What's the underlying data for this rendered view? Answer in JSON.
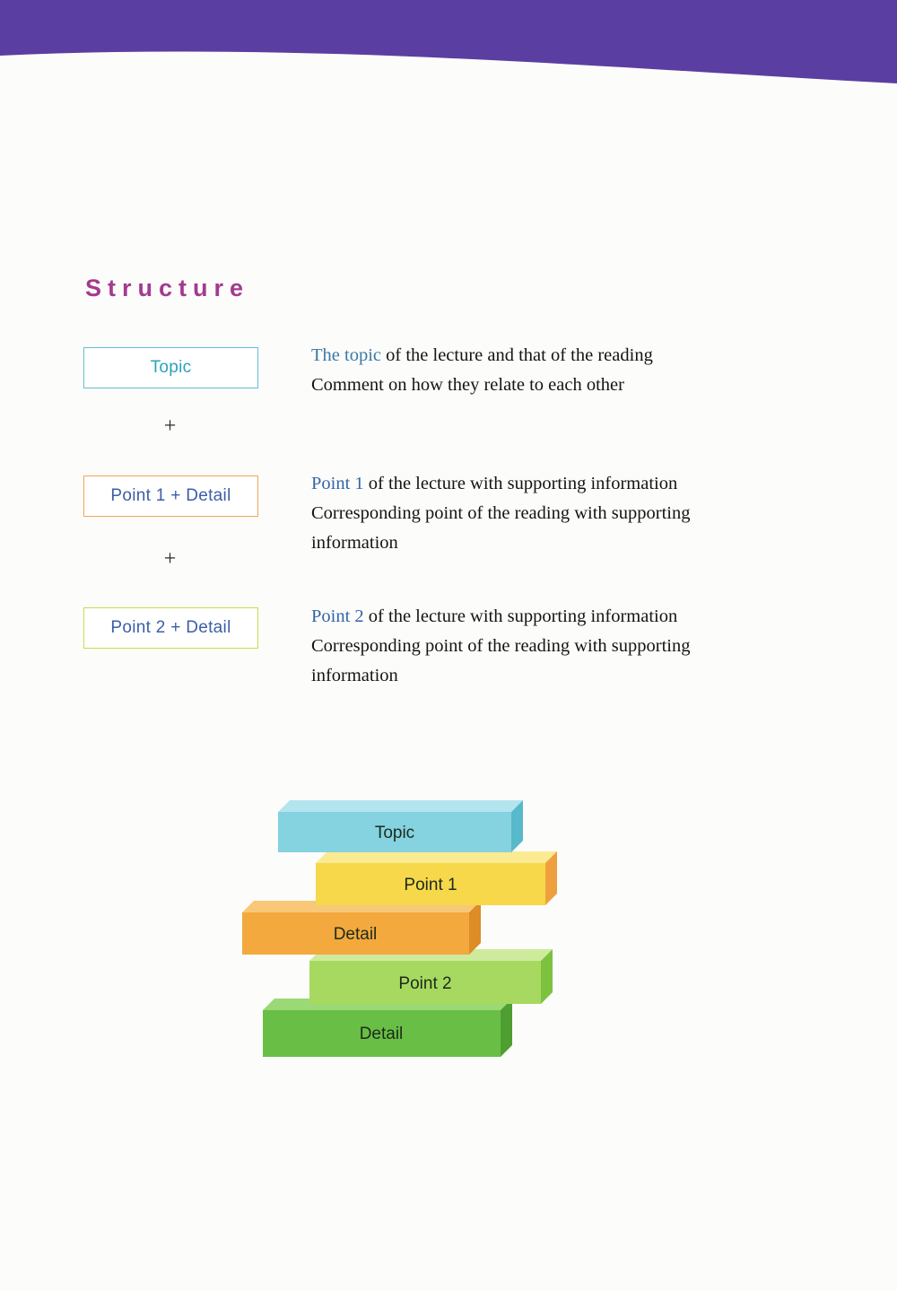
{
  "page": {
    "heading": "Structure"
  },
  "colors": {
    "banner": "#5b3ea1",
    "heading": "#a43a90",
    "topic_box_border": "#5fc1d2",
    "topic_box_text": "#2aa3bb",
    "point1_box_border": "#f2a654",
    "point2_box_border": "#ccd94e",
    "point_box_text": "#3c5ea6",
    "highlight_teal_blue": "#3b79a6",
    "highlight_blue": "#3465a8"
  },
  "structure": {
    "plus": "+",
    "boxes": [
      {
        "label": "Topic"
      },
      {
        "label": "Point 1 + Detail"
      },
      {
        "label": "Point 2 + Detail"
      }
    ],
    "descriptions": [
      {
        "highlight": "The topic",
        "sentence1_rest": " of the lecture and that of the reading",
        "sentence2": "Comment on how they relate to each other"
      },
      {
        "highlight": "Point 1",
        "sentence1_rest": " of the lecture with supporting information",
        "sentence2": "Corresponding point of the reading with supporting information"
      },
      {
        "highlight": "Point 2",
        "sentence1_rest": " of the lecture with supporting information",
        "sentence2": "Corresponding point of the reading with supporting information"
      }
    ]
  },
  "diagram": {
    "bars": [
      {
        "label": "Topic",
        "front": "#85d2e0",
        "top": "#b3e5ee",
        "side": "#57b9c9"
      },
      {
        "label": "Point 1",
        "front": "#f6d84a",
        "top": "#faea92",
        "side": "#efa03e"
      },
      {
        "label": "Detail",
        "front": "#f3a93d",
        "top": "#f8c878",
        "side": "#dd8c26"
      },
      {
        "label": "Point 2",
        "front": "#a7d960",
        "top": "#ceeb9d",
        "side": "#7cc23f"
      },
      {
        "label": "Detail",
        "front": "#69bf45",
        "top": "#9bd876",
        "side": "#4f9e31"
      }
    ]
  }
}
